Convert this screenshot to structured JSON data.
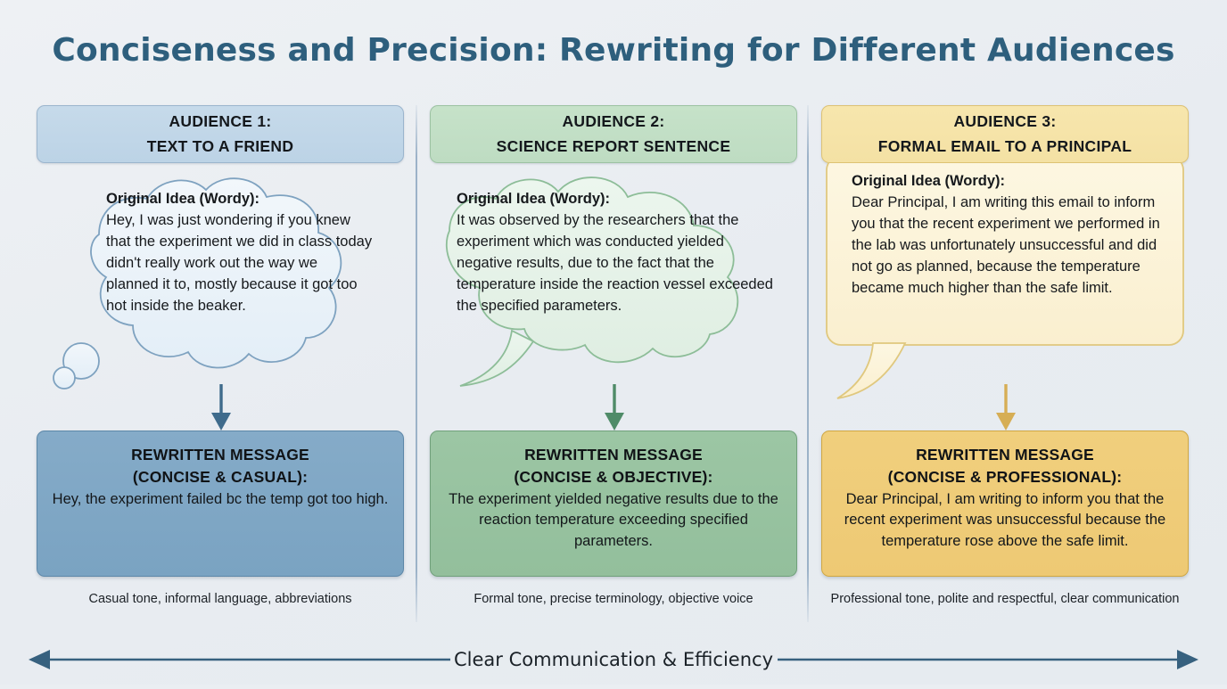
{
  "page": {
    "title": "Conciseness and Precision: Rewriting for Different Audiences",
    "footer_label": "Clear Communication & Efficiency",
    "colors": {
      "background": "#eaeef2",
      "title_color": "#2e5f7d",
      "blue_header": "#c2d7e8",
      "green_header": "#c3dfc7",
      "yellow_header": "#f5e3a8",
      "blue_box": "#7ea6c4",
      "green_box": "#97c2a0",
      "yellow_box": "#efcd79",
      "blue_bubble": "#eaf2f9",
      "green_bubble": "#e3f0e5",
      "yellow_bubble": "#fcf3d8",
      "divider": "#829eba",
      "arrow_blue": "#3f6b8c",
      "arrow_green": "#4f8b68",
      "arrow_yellow": "#d6ae55"
    }
  },
  "columns": [
    {
      "header_line1": "AUDIENCE 1:",
      "header_line2": "TEXT TO A FRIEND",
      "bubble_kind": "thought-cloud",
      "bubble_lead": "Original Idea (Wordy):",
      "bubble_body": "Hey, I was just wondering if you knew that the experiment we did in class today didn't really work out the way we planned it to, mostly because it got too hot inside the beaker.",
      "rewrite_line1": "REWRITTEN MESSAGE",
      "rewrite_line2": "(CONCISE & CASUAL):",
      "rewrite_body": "Hey, the experiment failed bc the temp got too high.",
      "caption": "Casual tone, informal language, abbreviations"
    },
    {
      "header_line1": "AUDIENCE 2:",
      "header_line2": "SCIENCE REPORT SENTENCE",
      "bubble_kind": "speech-cloud",
      "bubble_lead": "Original Idea (Wordy):",
      "bubble_body": "It was observed by the researchers that the experiment which was conducted yielded negative results, due to the fact that the temperature inside the reaction vessel exceeded the specified parameters.",
      "rewrite_line1": "REWRITTEN MESSAGE",
      "rewrite_line2": "(CONCISE & OBJECTIVE):",
      "rewrite_body": "The experiment yielded negative results due to the reaction temperature exceeding specified parameters.",
      "caption": "Formal tone, precise terminology, objective voice"
    },
    {
      "header_line1": "AUDIENCE 3:",
      "header_line2": "FORMAL EMAIL TO A PRINCIPAL",
      "bubble_kind": "speech-rect",
      "bubble_lead": "Original Idea (Wordy):",
      "bubble_body": "Dear Principal, I am writing this email to inform you that the recent experiment we performed in the lab was unfortunately unsuccessful and did not go as planned, because the temperature became much higher than the safe limit.",
      "rewrite_line1": "REWRITTEN MESSAGE",
      "rewrite_line2": "(CONCISE & PROFESSIONAL):",
      "rewrite_body": "Dear Principal, I am writing to inform you that the recent experiment was unsuccessful because the temperature rose above the safe limit.",
      "caption": "Professional tone, polite and respectful, clear communication"
    }
  ]
}
